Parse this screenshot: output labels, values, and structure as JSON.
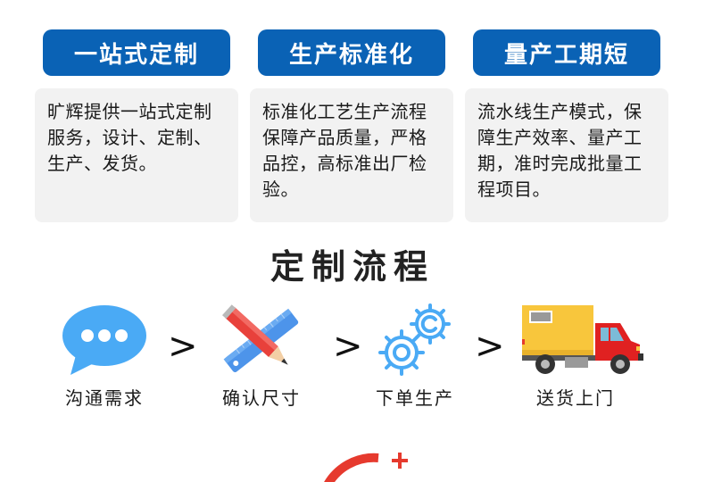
{
  "features": [
    {
      "title": "一站式定制",
      "description": "旷辉提供一站式定制服务，设计、定制、生产、发货。"
    },
    {
      "title": "生产标准化",
      "description": "标准化工艺生产流程保障产品质量，严格品控，高标准出厂检验。"
    },
    {
      "title": "量产工期短",
      "description": "流水线生产模式，保障生产效率、量产工期，准时完成批量工程项目。"
    }
  ],
  "process": {
    "title": "定制流程",
    "separator": ">",
    "steps": [
      {
        "label": "沟通需求",
        "icon": "chat-bubble-icon"
      },
      {
        "label": "确认尺寸",
        "icon": "pencil-ruler-icon"
      },
      {
        "label": "下单生产",
        "icon": "gears-icon"
      },
      {
        "label": "送货上门",
        "icon": "delivery-truck-icon"
      }
    ]
  },
  "colors": {
    "header_blue": "#0a62b5",
    "box_gray": "#f2f2f2",
    "icon_blue": "#4aaaf5",
    "accent_red": "#e63a2e",
    "truck_yellow": "#f8c63c"
  }
}
